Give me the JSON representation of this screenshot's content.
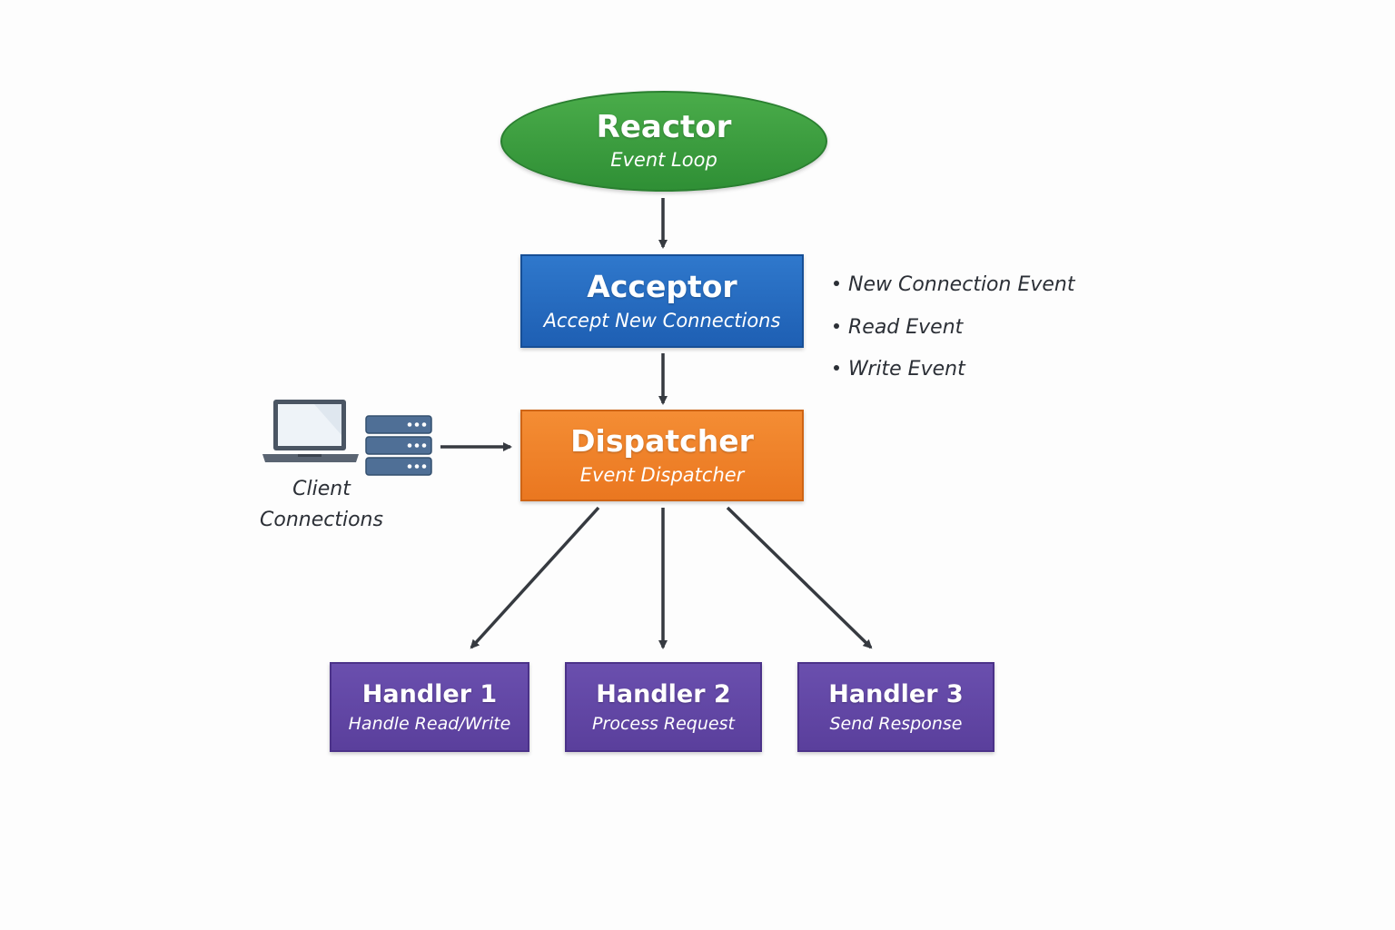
{
  "reactor": {
    "title": "Reactor",
    "subtitle": "Event Loop"
  },
  "acceptor": {
    "title": "Acceptor",
    "subtitle": "Accept New Connections"
  },
  "dispatcher": {
    "title": "Dispatcher",
    "subtitle": "Event Dispatcher"
  },
  "handlers": [
    {
      "title": "Handler 1",
      "subtitle": "Handle Read/Write"
    },
    {
      "title": "Handler 2",
      "subtitle": "Process Request"
    },
    {
      "title": "Handler 3",
      "subtitle": "Send Response"
    }
  ],
  "events": [
    "New Connection Event",
    "Read Event",
    "Write Event"
  ],
  "client": {
    "line1": "Client",
    "line2": "Connections",
    "icons": [
      "laptop-icon",
      "server-icon"
    ]
  },
  "colors": {
    "reactor": "#3a9d40",
    "acceptor": "#2468bd",
    "dispatcher": "#ef812a",
    "handler": "#6247a5",
    "arrow": "#363a40",
    "text": "#2b2f36"
  }
}
